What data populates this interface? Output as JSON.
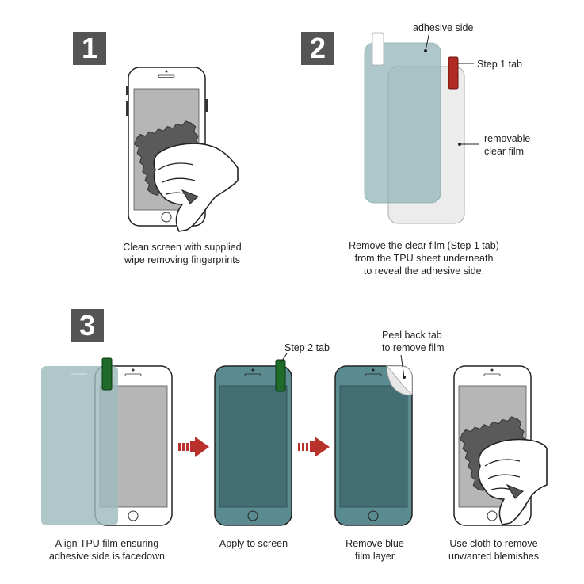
{
  "steps": {
    "step1": {
      "number": "1",
      "caption_line1": "Clean screen with supplied",
      "caption_line2": "wipe removing fingerprints"
    },
    "step2": {
      "number": "2",
      "label_adhesive": "adhesive side",
      "label_tab": "Step 1 tab",
      "label_film_line1": "removable",
      "label_film_line2": "clear film",
      "caption_line1": "Remove the clear film (Step 1 tab)",
      "caption_line2": "from the TPU sheet underneath",
      "caption_line3": "to reveal the adhesive side."
    },
    "step3": {
      "number": "3",
      "label_step2_tab": "Step 2 tab",
      "label_peel_line1": "Peel back tab",
      "label_peel_line2": "to remove film",
      "captions": [
        {
          "line1": "Align TPU film ensuring",
          "line2": "adhesive side is facedown"
        },
        {
          "line1": "Apply to screen",
          "line2": ""
        },
        {
          "line1": "Remove blue",
          "line2": "film layer"
        },
        {
          "line1": "Use cloth to remove",
          "line2": "unwanted blemishes"
        }
      ]
    }
  },
  "colors": {
    "badge": "#555555",
    "tab_red": "#b22a24",
    "tab_green": "#1e6b2a",
    "film_blue": "#a9c3c6",
    "applied_teal": "#4f7f86",
    "arrow_red": "#b8322b"
  }
}
